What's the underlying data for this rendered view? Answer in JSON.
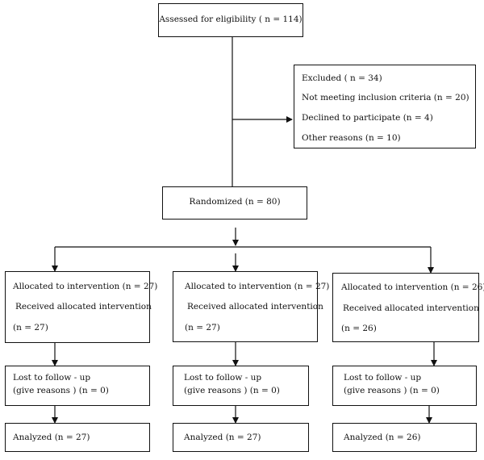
{
  "eligibility": {
    "label": "Assessed for eligibility ( n = 114)"
  },
  "excluded": {
    "title": "Excluded ( n = 34)",
    "reasons": [
      "Not meeting inclusion criteria (n = 20)",
      "Declined to participate (n = 4)",
      "Other reasons (n = 10)"
    ]
  },
  "randomized": {
    "label": "Randomized (n = 80)"
  },
  "groups": [
    {
      "allocated": "Allocated to intervention (n = 27)",
      "received": "Received allocated intervention",
      "received_n": "(n = 27)",
      "lost_line1": "Lost to follow - up",
      "lost_line2": "(give reasons ) (n = 0)",
      "analyzed": "Analyzed (n = 27)"
    },
    {
      "allocated": "Allocated to intervention (n = 27)",
      "received": "Received allocated intervention",
      "received_n": "(n = 27)",
      "lost_line1": "Lost to follow - up",
      "lost_line2": "(give reasons ) (n = 0)",
      "analyzed": "Analyzed (n = 27)"
    },
    {
      "allocated": "Allocated to intervention (n = 26)",
      "received": "Received allocated intervention",
      "received_n": "(n = 26)",
      "lost_line1": "Lost to follow - up",
      "lost_line2": "(give reasons ) (n = 0)",
      "analyzed": "Analyzed (n = 26)"
    }
  ]
}
